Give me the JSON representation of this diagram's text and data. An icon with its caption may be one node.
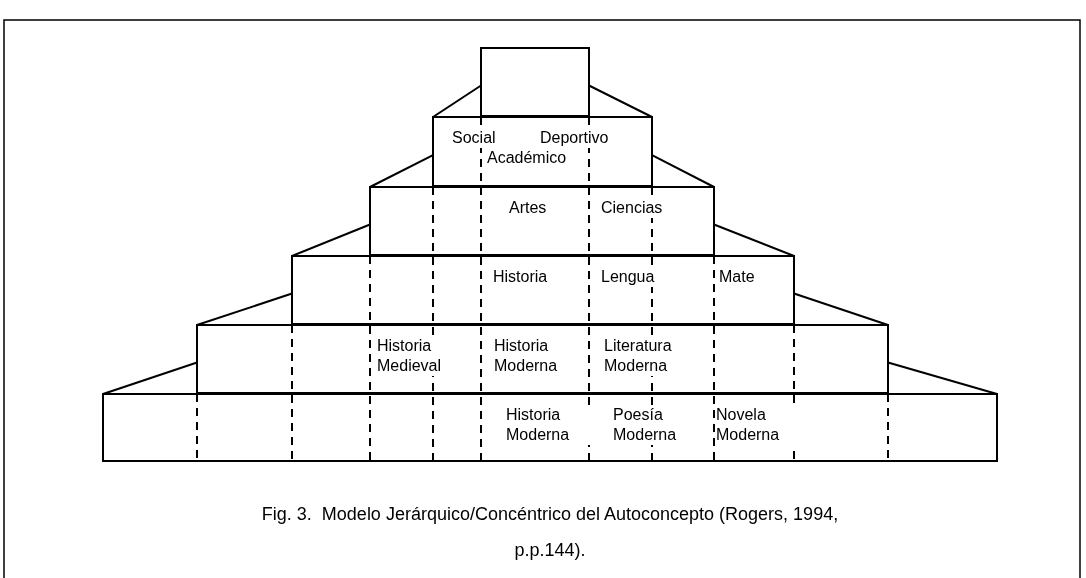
{
  "diagram": {
    "caption": "Fig. 3.  Modelo Jerárquico/Concéntrico del Autoconcepto (Rogers, 1994, p.p.144).",
    "nodes": [
      {
        "text": [],
        "shape": "box"
      },
      {
        "text": [
          "Social",
          "Deportivo",
          "Académico"
        ]
      },
      {
        "text": [
          "Artes",
          "Ciencias"
        ]
      },
      {
        "text": [
          "Historia",
          "Lengua",
          "Mate"
        ]
      },
      {
        "text": [
          "Historia Medieval",
          "Historia Moderna",
          "Literatura Moderna"
        ]
      },
      {
        "text": [
          "Historia Moderna",
          "Poesía Moderna",
          "Novela Moderna"
        ]
      }
    ],
    "edges": []
  }
}
